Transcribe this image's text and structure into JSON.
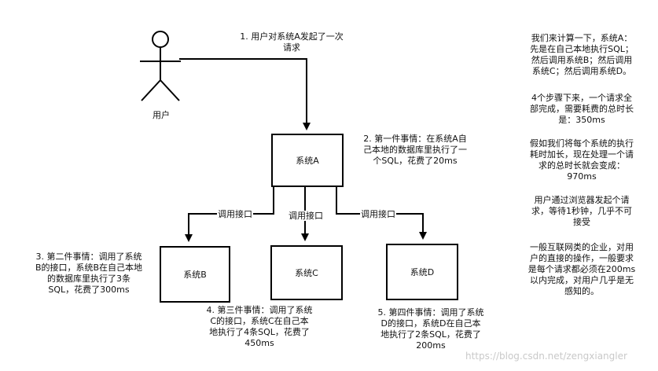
{
  "user": {
    "label": "用户"
  },
  "request_note": "1. 用户对系统A发起了一次\n请求",
  "boxes": {
    "a": "系统A",
    "b": "系统B",
    "c": "系统C",
    "d": "系统D"
  },
  "edge_label": "调用接口",
  "steps": {
    "step2": "2. 第一件事情：在系统A自\n己本地的数据库里执行了一\n个SQL，花费了20ms",
    "step3": "3. 第二件事情：调用了系统\nB的接口，系统B在自己本地\n的数据库里执行了3条\nSQL，花费了300ms",
    "step4": "4. 第三件事情：调用了系统\nC的接口，系统C在自己本\n地执行了4条SQL，花费了\n450ms",
    "step5": "5. 第四件事情：调用了系统\nD的接口，系统D在自己本\n地执行了2条SQL，花费了\n200ms"
  },
  "notes": {
    "p1": "我们来计算一下，系统A：\n先是在自己本地执行SQL；\n然后调用系统B；然后调用\n系统C；然后调用系统D。",
    "p2": "4个步骤下来，一个请求全\n部完成，需要耗费的总时长\n是：350ms",
    "p3": "假如我们将每个系统的执行\n耗时加长，现在处理一个请\n求的总时长就会变成：\n970ms",
    "p4": "用户通过浏览器发起个请\n求，等待1秒钟，几乎不可\n接受",
    "p5": "一般互联网类的企业，对用\n户的直接的操作，一般要求\n是每个请求都必须在200ms\n以内完成，对用户几乎是无\n感知的。"
  },
  "watermark": "https://blog.csdn.net/zengxiangler"
}
